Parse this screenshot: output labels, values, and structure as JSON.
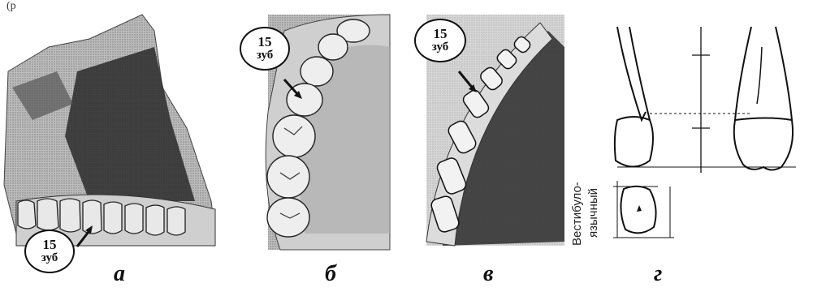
{
  "top_fragment": "(p",
  "panels": [
    {
      "id": "a",
      "label": "а",
      "tooth_label": {
        "number": "15",
        "word": "зуб"
      }
    },
    {
      "id": "b",
      "label": "б",
      "tooth_label": {
        "number": "15",
        "word": "зуб"
      }
    },
    {
      "id": "v",
      "label": "в",
      "tooth_label": {
        "number": "15",
        "word": "зуб"
      }
    },
    {
      "id": "g",
      "label": "г",
      "dimension_label_line1": "Вестибуло-",
      "dimension_label_line2": "язычный"
    }
  ],
  "colors": {
    "ink": "#111111",
    "bone_dark": "#3a3a3a",
    "bone_mid": "#8a8a8a",
    "bone_light": "#d8d8d8"
  }
}
